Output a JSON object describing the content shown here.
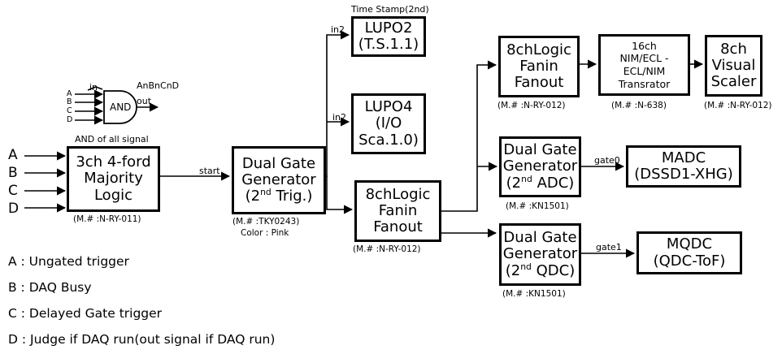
{
  "blocks": {
    "majority": {
      "lines": [
        "3ch 4-ford",
        "Majority",
        "Logic"
      ],
      "model": "(M.# :N-RY-011)",
      "note": "AND of all signal"
    },
    "dual_gate_trig": {
      "lines": [
        "Dual Gate",
        "Generator"
      ],
      "sub_pre": "(2",
      "sup": "nd",
      "sub_post": " Trig.)",
      "model": "(M.# :TKY0243)",
      "color_note": "Color : Pink"
    },
    "lupo2": {
      "lines": [
        "LUPO2",
        "(T.S.1.1)"
      ],
      "top_label": "Time Stamp(2nd)"
    },
    "lupo4": {
      "lines": [
        "LUPO4",
        "(I/O",
        "Sca.1.0)"
      ]
    },
    "fanin_mid": {
      "lines": [
        "8chLogic",
        "Fanin",
        "Fanout"
      ],
      "model": "(M.# :N-RY-012)"
    },
    "fanin_top": {
      "lines": [
        "8chLogic",
        "Fanin",
        "Fanout"
      ],
      "model": "(M.# :N-RY-012)"
    },
    "translator": {
      "lines": [
        "16ch",
        "NIM/ECL -",
        "ECL/NIM",
        "Transrator"
      ],
      "model": "(M.# :N-638)"
    },
    "scaler": {
      "lines": [
        "8ch",
        "Visual",
        "Scaler"
      ],
      "model": "(M.# :N-RY-012)"
    },
    "dual_gate_adc": {
      "lines": [
        "Dual Gate",
        "Generator"
      ],
      "sub_pre": "(2",
      "sup": "nd",
      "sub_post": " ADC)",
      "model": "(M.# :KN1501)"
    },
    "dual_gate_qdc": {
      "lines": [
        "Dual Gate",
        "Generator"
      ],
      "sub_pre": "(2",
      "sup": "nd",
      "sub_post": " QDC)",
      "model": "(M.# :KN1501)"
    },
    "madc": {
      "lines": [
        "MADC",
        "(DSSD1-XHG)"
      ]
    },
    "mqdc": {
      "lines": [
        "MQDC",
        "(QDC-ToF)"
      ]
    }
  },
  "signals": {
    "start": "start",
    "in2_a": "in2",
    "in2_b": "in2",
    "gate0": "gate0",
    "gate1": "gate1"
  },
  "inputs": [
    "A",
    "B",
    "C",
    "D"
  ],
  "and_gate": {
    "label": "AND",
    "in": "in",
    "out": "out",
    "formula": "AnBnCnD",
    "inputs": [
      "A",
      "B",
      "C",
      "D"
    ]
  },
  "legend": [
    "A : Ungated trigger",
    "B : DAQ Busy",
    "C : Delayed Gate trigger",
    "D : Judge if DAQ run(out signal if DAQ run)"
  ]
}
